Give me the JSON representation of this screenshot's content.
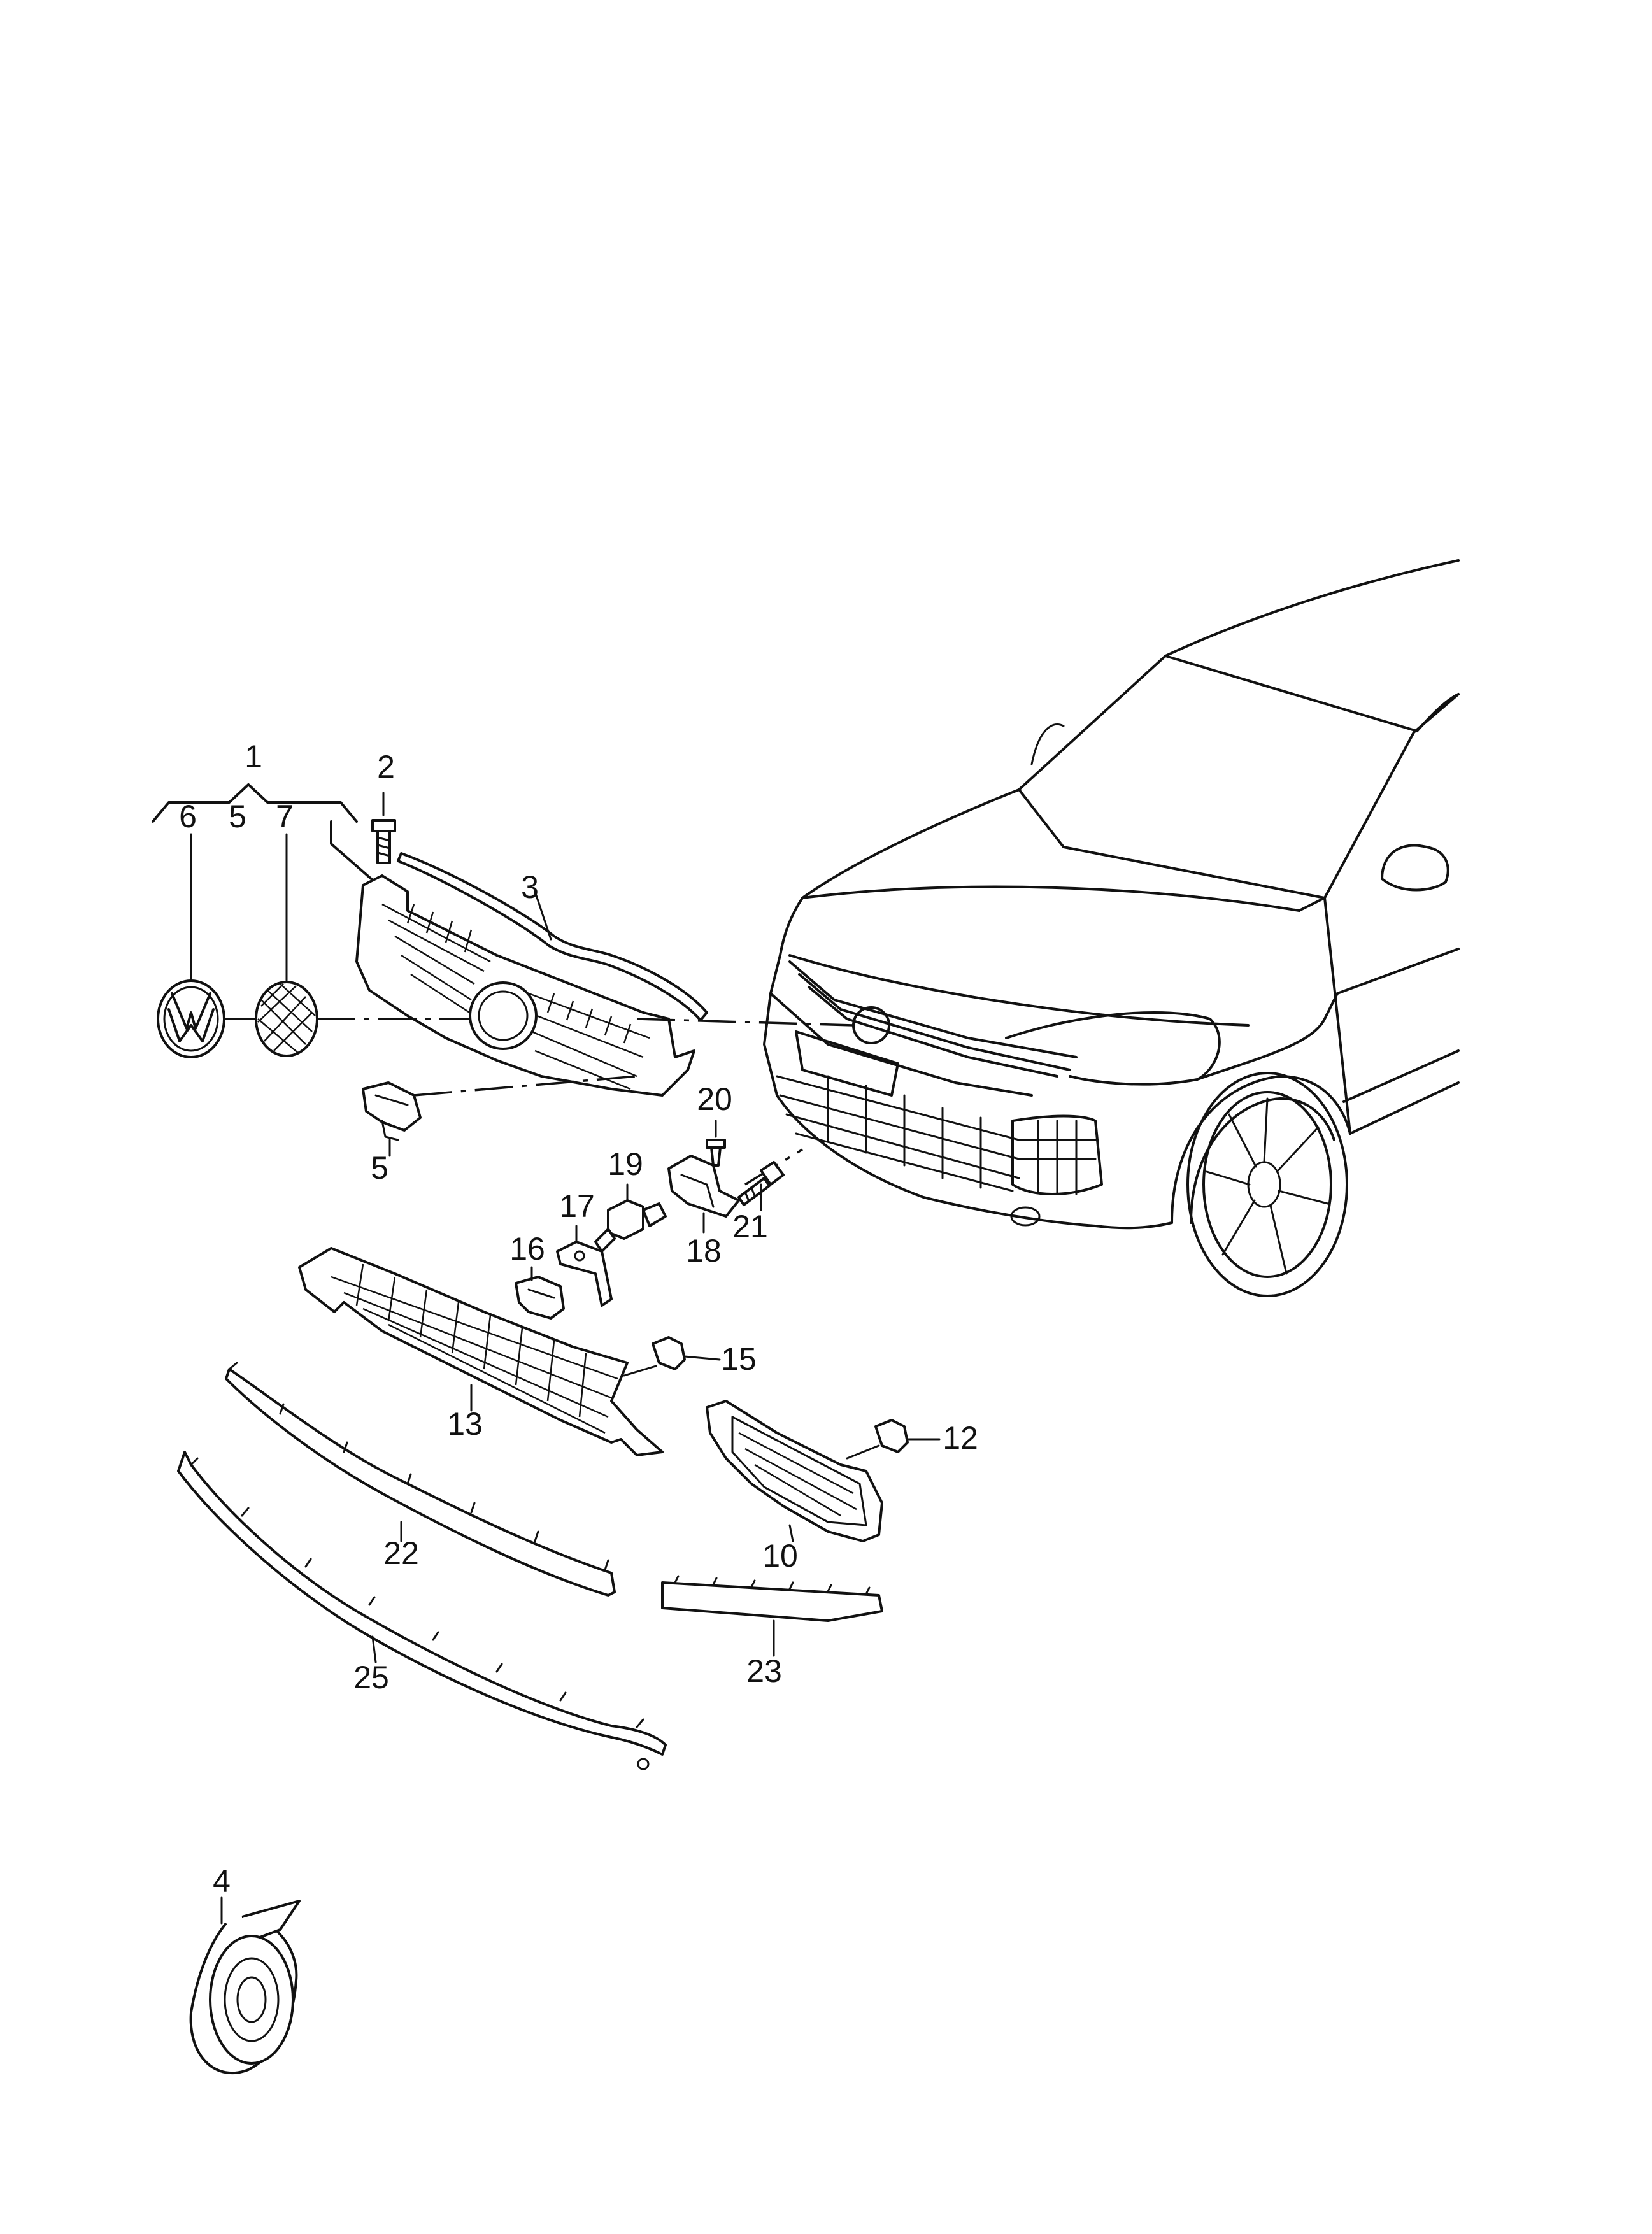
{
  "diagram": {
    "callouts": [
      {
        "id": "1",
        "text": "1"
      },
      {
        "id": "2",
        "text": "2"
      },
      {
        "id": "3",
        "text": "3"
      },
      {
        "id": "4",
        "text": "4"
      },
      {
        "id": "5a",
        "text": "5"
      },
      {
        "id": "5b",
        "text": "5"
      },
      {
        "id": "6",
        "text": "6"
      },
      {
        "id": "7",
        "text": "7"
      },
      {
        "id": "10",
        "text": "10"
      },
      {
        "id": "12",
        "text": "12"
      },
      {
        "id": "13",
        "text": "13"
      },
      {
        "id": "15",
        "text": "15"
      },
      {
        "id": "16",
        "text": "16"
      },
      {
        "id": "17",
        "text": "17"
      },
      {
        "id": "18",
        "text": "18"
      },
      {
        "id": "19",
        "text": "19"
      },
      {
        "id": "20",
        "text": "20"
      },
      {
        "id": "21",
        "text": "21"
      },
      {
        "id": "22",
        "text": "22"
      },
      {
        "id": "23",
        "text": "23"
      },
      {
        "id": "25",
        "text": "25"
      }
    ]
  }
}
